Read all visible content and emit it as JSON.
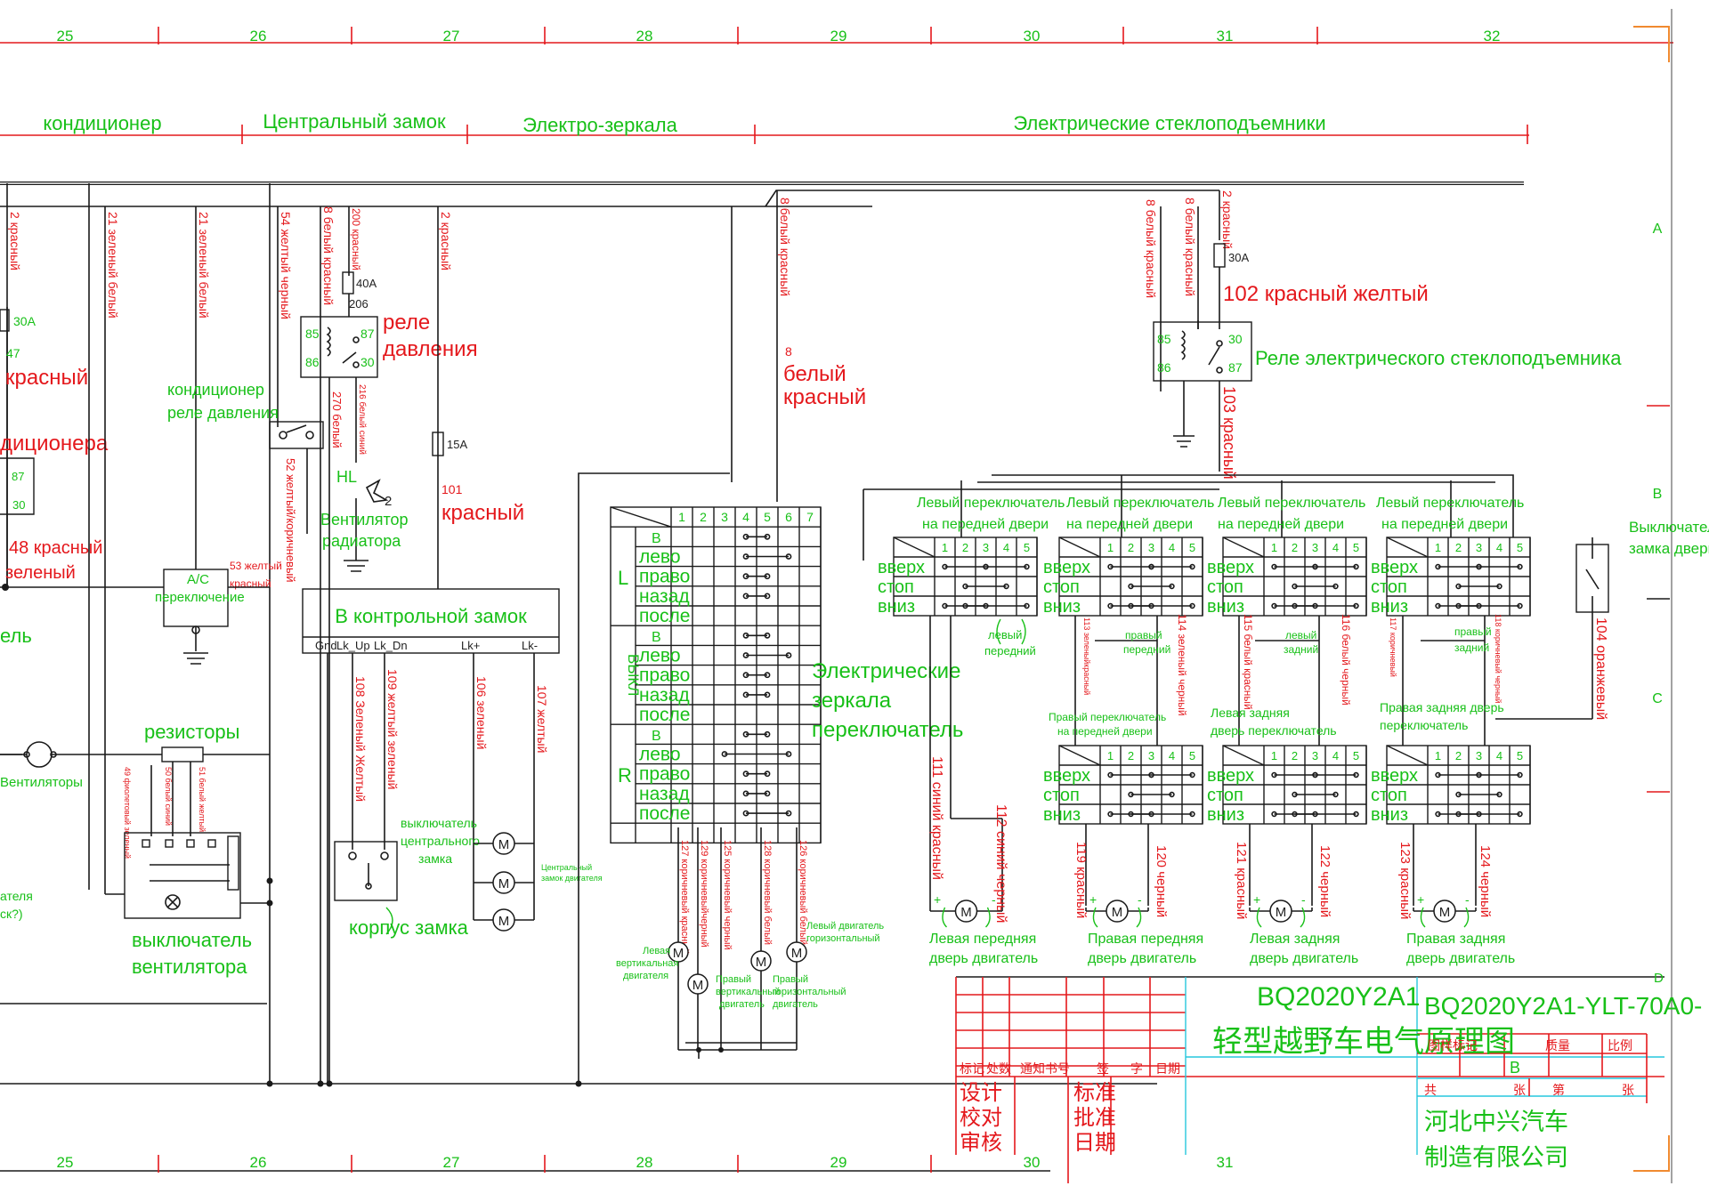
{
  "colors": {
    "green": "#18c018",
    "red": "#e4181c",
    "black": "#1a1a1a",
    "orange": "#f08a30",
    "cyan": "#27c7dd"
  },
  "columns_top": [
    "25",
    "26",
    "27",
    "28",
    "29",
    "30",
    "31",
    "32"
  ],
  "columns_bottom": [
    "25",
    "26",
    "27",
    "28",
    "29",
    "30",
    "31"
  ],
  "rows": [
    "A",
    "B",
    "C",
    "D"
  ],
  "sections": {
    "ac": "кондиционер",
    "lock": "Центральный замок",
    "mirrors": "Электро-зеркала",
    "windows": "Электрические стеклоподъемники"
  },
  "left_edge": {
    "w2": "2 красный",
    "fuse": "30A",
    "n47": "47",
    "red": "красный",
    "ac_relay": "диционера",
    "p87": "87",
    "p30": "30",
    "w48a": "48 красный",
    "w48b": "зеленый",
    "tel": "ель",
    "bot1": "ателя",
    "bot2": "ск?)"
  },
  "ac": {
    "w21a": "21 зеленый белый",
    "w21b": "21 зеленый белый",
    "w54": "54 желтый черный",
    "w8": "8 белый красный",
    "w200": "200 красный",
    "fuse40": "40A",
    "n206": "206",
    "relay_title1": "реле",
    "relay_title2": "давления",
    "p85": "85",
    "p86": "86",
    "p87": "87",
    "p30": "30",
    "press_relay1": "кондиционер",
    "press_relay2": "реле давления",
    "w270": "270 белый",
    "w216": "216 белый синий",
    "w52": "52 желтый/коричневый",
    "w53a": "53 желтый",
    "w53b": "красный",
    "ac_switch1": "A/C",
    "ac_switch2": "переключение",
    "fan_hl": "HL",
    "fan_num": "2",
    "fan1": "Вентилятор",
    "fan2": "радиатора",
    "resistors": "резисторы",
    "fans": "Вентиляторы",
    "w49": "49 фиолетовый зеленый",
    "w50": "50 белый синий",
    "w51": "51 белый желтый",
    "fan_sw1": "выключатель",
    "fan_sw2": "вентилятора"
  },
  "lock": {
    "w2": "2 красный",
    "fuse15": "15A",
    "n101": "101",
    "red": "красный",
    "ctrl": "В контрольной замок",
    "pins": [
      "Gnd",
      "Lk_Up",
      "Lk_Dn",
      "Lk+",
      "Lk-"
    ],
    "w108": "108 Зеленый Желтый",
    "w109": "109 желтый зеленый",
    "w106": "106 зеленый",
    "w107": "107 желтый",
    "sw1": "выключатель",
    "sw2": "центрального",
    "sw3": "замка",
    "body": "корпус замка",
    "motors1": "Центральный",
    "motors2": "замок двигателя",
    "motor_m": "M"
  },
  "mirrors": {
    "w8a": "8 белый красный",
    "w8b1": "8",
    "w8b2": "белый",
    "w8b3": "красный",
    "grid_cols": [
      "1",
      "2",
      "3",
      "4",
      "5",
      "6",
      "7"
    ],
    "grp_L": "L",
    "grp_off": "ВЫКЛ",
    "grp_R": "R",
    "rows_L": [
      "В",
      "лево",
      "право",
      "назад",
      "после"
    ],
    "rows_off": [
      "В",
      "лево",
      "право",
      "назад",
      "после"
    ],
    "rows_R": [
      "В",
      "лево",
      "право",
      "назад",
      "после"
    ],
    "title1": "Электрические",
    "title2": "зеркала",
    "title3": "переключатель",
    "w127": "127 коричневый красный",
    "w129": "129 коричневыйчерный",
    "w125": "125 коричневый черный",
    "w128": "128 коричневый белый",
    "w126": "126 коричневый белый",
    "m_lv1": "Левая",
    "m_lv2": "вертикальная",
    "m_lv3": "двигателя",
    "m_rv1": "Правый",
    "m_rv2": "вертикальный",
    "m_rv3": "двигатель",
    "m_rh1": "Правый",
    "m_rh2": "горизонтальный",
    "m_rh3": "двигатель",
    "m_lh1": "Левый двигатель",
    "m_lh2": "горизонтальный"
  },
  "windows": {
    "w8a": "8 белый красный",
    "w8b": "8 белый красный",
    "w2": "2 красный",
    "fuse30": "30A",
    "w102": "102 красный желтый",
    "p85": "85",
    "p86": "86",
    "p30": "30",
    "p87": "87",
    "relay": "Реле электрического стеклоподъемника",
    "w103": "103 красный",
    "door_sw1": "Выключатель",
    "door_sw2": "замка двери",
    "w104": "104 оранжевый",
    "sw_cols": [
      "1",
      "2",
      "3",
      "4",
      "5"
    ],
    "sw_rows": [
      "вверх",
      "стоп",
      "вниз"
    ],
    "sw_fl1": "Левый переключатель",
    "sw_fl2": "на передней двери",
    "lbl_lp1": "левый",
    "lbl_lp2": "передний",
    "lbl_rp1": "правый",
    "lbl_rp2": "передний",
    "lbl_lr1": "левый",
    "lbl_lr2": "задний",
    "lbl_rr1": "правый",
    "lbl_rr2": "задний",
    "sw_fr1": "Правый переключатель",
    "sw_fr2": "на передней двери",
    "sw_rl1": "Левая задняя",
    "sw_rl2": "дверь переключатель",
    "sw_rr1": "Правая задняя дверь",
    "sw_rr2": "переключатель",
    "w113": "113 зеленыйкрасный",
    "w114": "114 зеленый черный",
    "w115": "115 белый красный",
    "w116": "116 белый черный",
    "w117": "117 коричневый",
    "w118": "118 коричневый черный",
    "w111": "111 синий красный",
    "w112": "112 синий черный",
    "w119": "119 красный",
    "w120": "120 черный",
    "w121": "121 красный",
    "w122": "122 черный",
    "w123": "123 красный",
    "w124": "124 черный",
    "m1a": "Левая передняя",
    "m1b": "дверь двигатель",
    "m2a": "Правая передняя",
    "m2b": "дверь двигатель",
    "m3a": "Левая задняя",
    "m3b": "дверь двигатель",
    "m4a": "Правая задняя",
    "m4b": "дверь двигатель",
    "motor_m": "M",
    "plus": "+",
    "minus": "-"
  },
  "titleblock": {
    "model": "BQ2020Y2A1",
    "drawing_no": "BQ2020Y2A1-YLT-70A0-",
    "name": "轻型越野车电气原理图",
    "hdr": [
      "标记",
      "处数",
      "通知书号",
      "签",
      "字",
      "日期"
    ],
    "design": "设计",
    "check": "校对",
    "review": "审核",
    "std": "标准",
    "approve": "批准",
    "date": "日期",
    "stage": "图样标记",
    "weight": "质量",
    "scale": "比例",
    "stage_val": "B",
    "total": "共",
    "sheets": "张",
    "no": "第",
    "sheet": "张",
    "company1": "河北中兴汽车",
    "company2": "制造有限公司",
    "d_mark": "D"
  }
}
